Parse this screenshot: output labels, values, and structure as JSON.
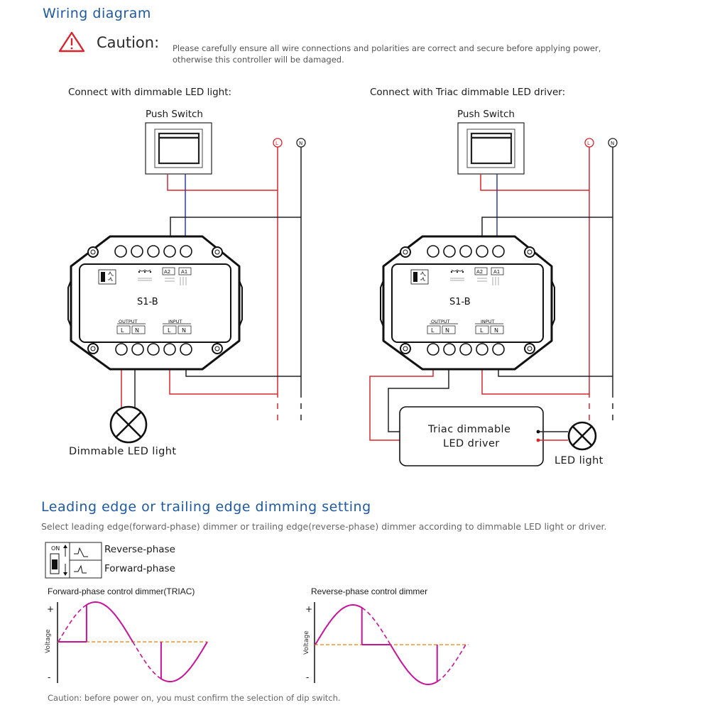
{
  "wiring": {
    "title": "Wiring diagram",
    "caution_label": "Caution:",
    "caution_line1": "Please carefully ensure all wire connections and polarities are correct and secure before applying power,",
    "caution_line2": "otherwise this controller will be damaged."
  },
  "left_diagram": {
    "heading": "Connect with dimmable LED light:",
    "push_switch": "Push Switch",
    "line_label": "L",
    "neutral_label": "N",
    "device_name": "S1-B",
    "output_label": "OUTPUT",
    "input_label": "INPUT",
    "a2": "A2",
    "a1": "A1",
    "term_l": "L",
    "term_n": "N",
    "load_label": "Dimmable LED light"
  },
  "right_diagram": {
    "heading": "Connect with Triac dimmable LED driver:",
    "push_switch": "Push Switch",
    "line_label": "L",
    "neutral_label": "N",
    "device_name": "S1-B",
    "output_label": "OUTPUT",
    "input_label": "INPUT",
    "a2": "A2",
    "a1": "A1",
    "term_l": "L",
    "term_n": "N",
    "driver_line1": "Triac dimmable",
    "driver_line2": "LED driver",
    "load_label": "LED light"
  },
  "dimming": {
    "title": "Leading edge or trailing edge dimming setting",
    "description": "Select leading edge(forward-phase) dimmer or trailing edge(reverse-phase) dimmer according to dimmable LED light or driver.",
    "switch_on": "ON",
    "reverse_label": "Reverse-phase",
    "forward_label": "Forward-phase",
    "forward_graph_title": "Forward-phase control dimmer(TRIAC)",
    "reverse_graph_title": "Reverse-phase control dimmer",
    "plus": "+",
    "minus": "-",
    "voltage": "Voltage",
    "footer": "Caution: before power on, you must confirm the selection of dip switch."
  },
  "colors": {
    "heading_blue": "#1e5aa0",
    "wire_red": "#d8262e",
    "wire_blue": "#2a3f9e",
    "wire_black": "#1a1a1a",
    "wave_magenta": "#c8129a",
    "baseline_orange": "#e8962a"
  }
}
